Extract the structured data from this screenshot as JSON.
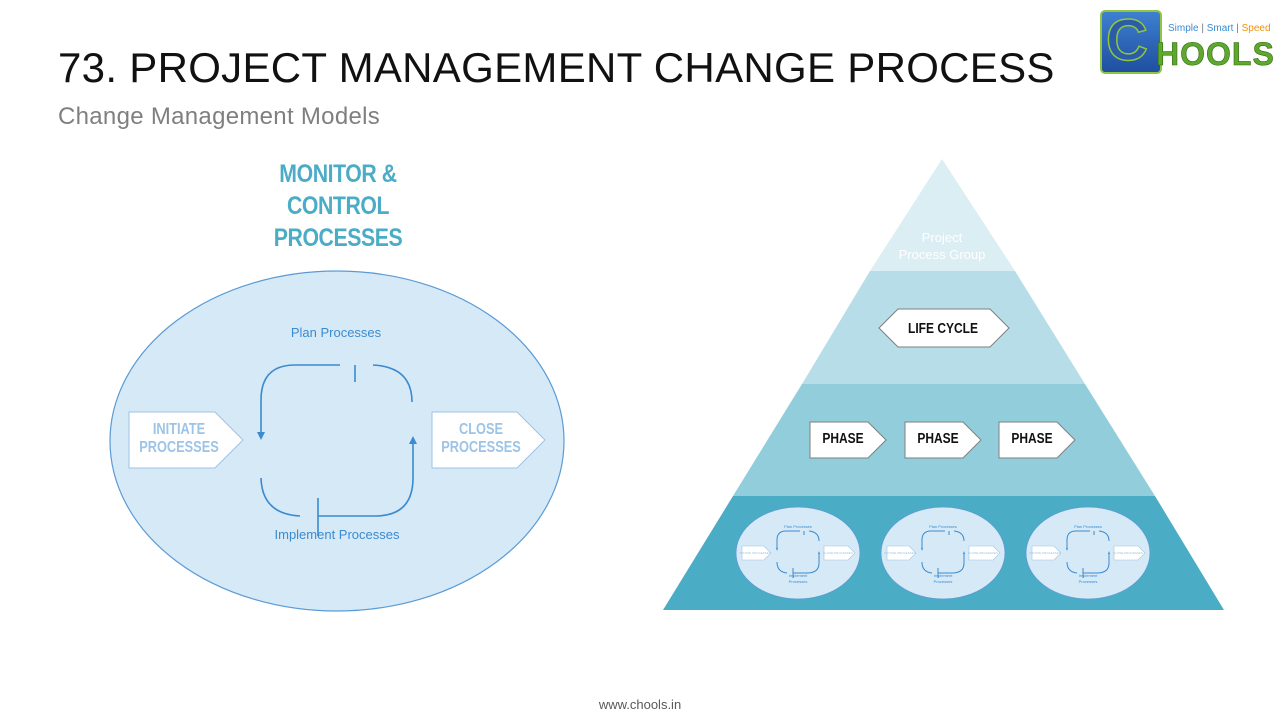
{
  "header": {
    "title": "73. PROJECT MANAGEMENT CHANGE PROCESS",
    "subtitle": "Change Management Models"
  },
  "logo": {
    "word": "HOOLS",
    "letter": "C",
    "tagline": [
      "Simple",
      "Smart",
      "Speed"
    ],
    "separator": "|"
  },
  "left_diagram": {
    "heading_line1": "MONITOR & CONTROL",
    "heading_line2": "PROCESSES",
    "plan": "Plan Processes",
    "implement": "Implement Processes",
    "initiate_line1": "INITIATE",
    "initiate_line2": "PROCESSES",
    "close_line1": "CLOSE",
    "close_line2": "PROCESSES"
  },
  "pyramid": {
    "top_line1": "Project",
    "top_line2": "Process Group",
    "lifecycle": "LIFE CYCLE",
    "phases": [
      "PHASE",
      "PHASE",
      "PHASE"
    ],
    "mini_plan": "Plan Processes",
    "mini_implement_line1": "Implement",
    "mini_implement_line2": "Processes",
    "mini_initiate": "INITIATE PROCESSES",
    "mini_close": "CLOSE PROCESSES"
  },
  "footer": "www.chools.in",
  "colors": {
    "tier1": "#daeef3",
    "tier2": "#b7dee8",
    "tier3": "#92cddc",
    "tier4": "#4bacc6",
    "ellipse_fill": "#d6e9f6",
    "ellipse_stroke": "#5b9bd5",
    "arrow": "#3b8bd0",
    "heading": "#4bacc6"
  }
}
